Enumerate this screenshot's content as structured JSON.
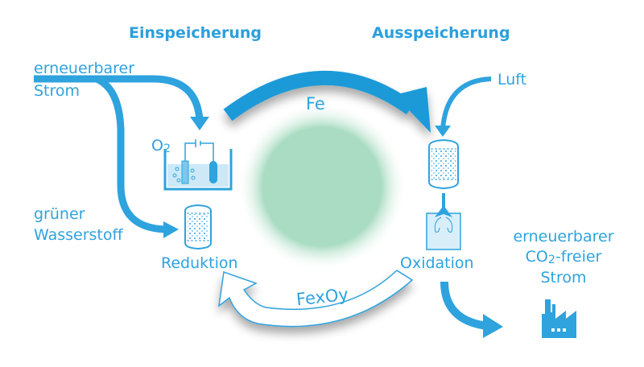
{
  "headings": {
    "storage_in": "Einspeicherung",
    "storage_out": "Ausspeicherung"
  },
  "inputs": {
    "renewable_power_line1": "erneuerbarer",
    "renewable_power_line2": "Strom",
    "green_hydrogen_line1": "grüner",
    "green_hydrogen_line2": "Wasserstoff",
    "air": "Luft"
  },
  "processes": {
    "reduction": "Reduktion",
    "oxidation": "Oxidation",
    "electrolysis_gas": "O",
    "electrolysis_gas_sub": "2"
  },
  "cycle": {
    "forward_label": "Fe",
    "return_label": "FexOy"
  },
  "output": {
    "line1": "erneuerbarer",
    "line2_prefix": "CO",
    "line2_sub": "2",
    "line2_suffix": "-freier",
    "line3": "Strom"
  },
  "icons": {
    "electrolyzer": "electrolyzer-icon",
    "reduction_reactor": "reactor-vessel-icon",
    "oxidation_reactor": "reactor-vessel-icon",
    "burner": "flame-burner-icon",
    "factory": "factory-icon"
  },
  "colors": {
    "primary_blue": "#2ea3de",
    "dark_blue": "#1a9ad8",
    "light_blue_fill": "#cde9f7",
    "center_green": "#a9dcc2"
  }
}
